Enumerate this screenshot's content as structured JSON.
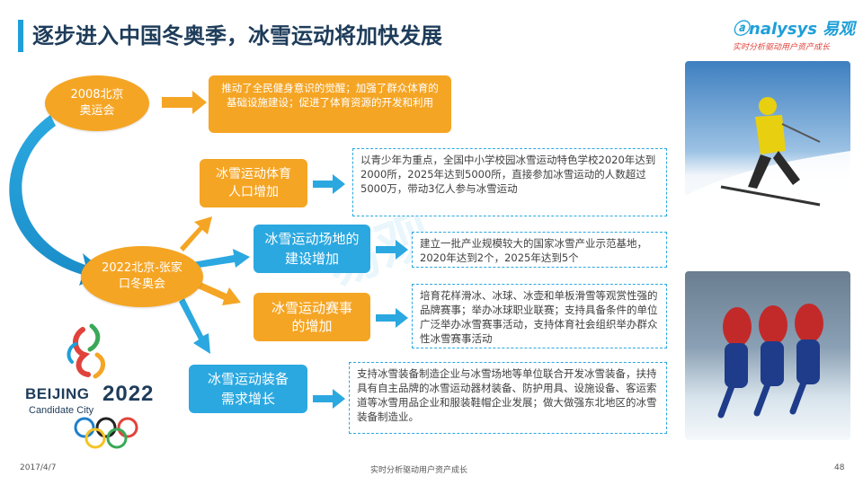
{
  "title": "逐步进入中国冬奥季，冰雪运动将加快发展",
  "logo": {
    "brand": "nalysys",
    "brand_cn": "易观",
    "tagline": "实时分析驱动用户资产成长"
  },
  "milestones": [
    {
      "label": "2008北京奥运会"
    },
    {
      "label": "2022北京-张家口冬奥会"
    }
  ],
  "impact_2008": "推动了全民健身意识的觉醒；加强了群众体育的基础设施建设；促进了体育资源的开发和利用",
  "initiatives": [
    {
      "label": "冰雪运动体育人口增加",
      "style": "orange",
      "desc": "以青少年为重点，全国中小学校园冰雪运动特色学校2020年达到2000所，2025年达到5000所，直接参加冰雪运动的人数超过5000万，带动3亿人参与冰雪运动"
    },
    {
      "label": "冰雪运动场地的建设增加",
      "style": "blue",
      "desc": "建立一批产业规模较大的国家冰雪产业示范基地，2020年达到2个，2025年达到5个"
    },
    {
      "label": "冰雪运动赛事的增加",
      "style": "orange",
      "desc": "培育花样滑冰、冰球、冰壶和单板滑雪等观赏性强的品牌赛事；举办冰球职业联赛；支持具备条件的单位广泛举办冰雪赛事活动，支持体育社会组织举办群众性冰雪赛事活动"
    },
    {
      "label": "冰雪运动装备需求增长",
      "style": "blue",
      "desc": "支持冰雪装备制造企业与冰雪场地等单位联合开发冰雪装备，扶持具有自主品牌的冰雪运动器材装备、防护用具、设施设备、客运索道等冰雪用品企业和服装鞋帽企业发展；做大做强东北地区的冰雪装备制造业。"
    }
  ],
  "beijing_logo": {
    "city": "BEIJING",
    "year": "2022",
    "sub": "Candidate City"
  },
  "photos": [
    {
      "alt": "skier-photo"
    },
    {
      "alt": "speed-skaters-photo"
    }
  ],
  "footer": {
    "date": "2017/4/7",
    "center": "实时分析驱动用户资产成长",
    "page": "48"
  },
  "colors": {
    "orange": "#f5a524",
    "blue": "#2ba8e0",
    "title": "#1e3c5a"
  }
}
